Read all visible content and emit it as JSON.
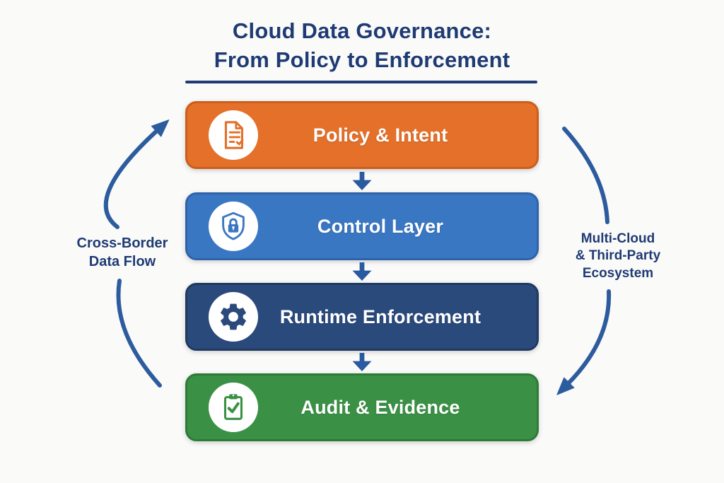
{
  "title": {
    "line1": "Cloud Data Governance:",
    "line2": "From Policy to Enforcement"
  },
  "flow": {
    "steps": [
      {
        "id": "policy",
        "label": "Policy & Intent",
        "icon": "document-check-icon",
        "fill": "#E4702A",
        "border": "#CC5E1A"
      },
      {
        "id": "control",
        "label": "Control Layer",
        "icon": "shield-lock-icon",
        "fill": "#3A77C3",
        "border": "#2E63A9"
      },
      {
        "id": "runtime",
        "label": "Runtime Enforcement",
        "icon": "gear-icon",
        "fill": "#2B4A7C",
        "border": "#21395F"
      },
      {
        "id": "audit",
        "label": "Audit & Evidence",
        "icon": "clipboard-check-icon",
        "fill": "#3A9145",
        "border": "#2E7A37"
      }
    ]
  },
  "annotations": {
    "left": {
      "lines": [
        "Cross-Border",
        "Data Flow"
      ]
    },
    "right": {
      "lines": [
        "Multi-Cloud",
        "& Third-Party",
        "Ecosystem"
      ]
    }
  },
  "colors": {
    "background": "#FAFAF9",
    "title_text": "#1F3B73",
    "side_text": "#1F3B73",
    "arrow": "#2D5C9E",
    "connector": "#2A5A9F",
    "icon_circle": "#FFFFFF",
    "step_label_text": "#FFFFFF"
  }
}
